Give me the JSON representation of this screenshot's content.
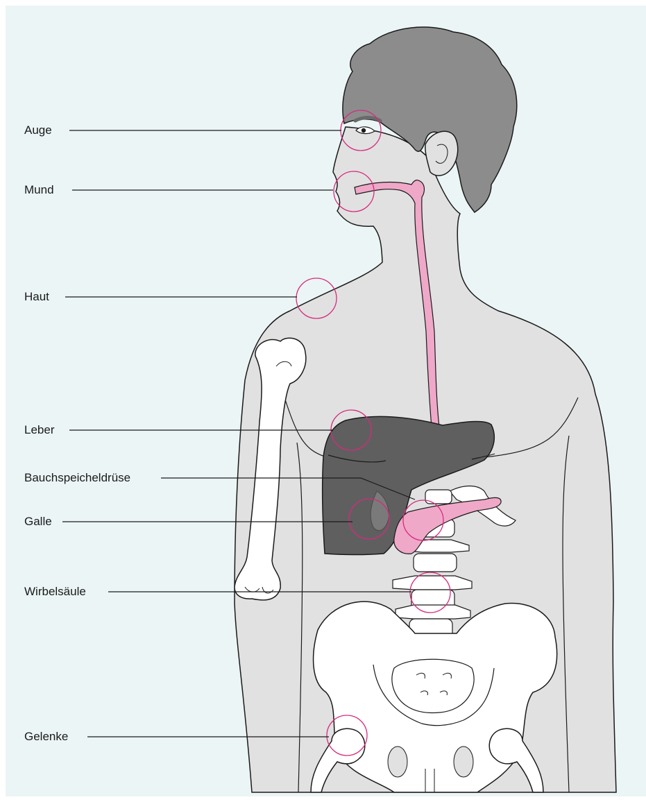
{
  "labels": {
    "auge": "Auge",
    "mund": "Mund",
    "haut": "Haut",
    "leber": "Leber",
    "bauchspeicheldruese": "Bauchspeicheldrüse",
    "galle": "Galle",
    "wirbelsaeule": "Wirbelsäule",
    "gelenke": "Gelenke"
  },
  "colors": {
    "background": "#ebf5f5",
    "body": "#e1e1e1",
    "hair": "#8c8c8c",
    "liver": "#5f5f5f",
    "digestive_pink": "#f0a8c8",
    "bone": "#ffffff",
    "marker_circle": "#d62a7e",
    "outline": "#1a1a1a"
  }
}
